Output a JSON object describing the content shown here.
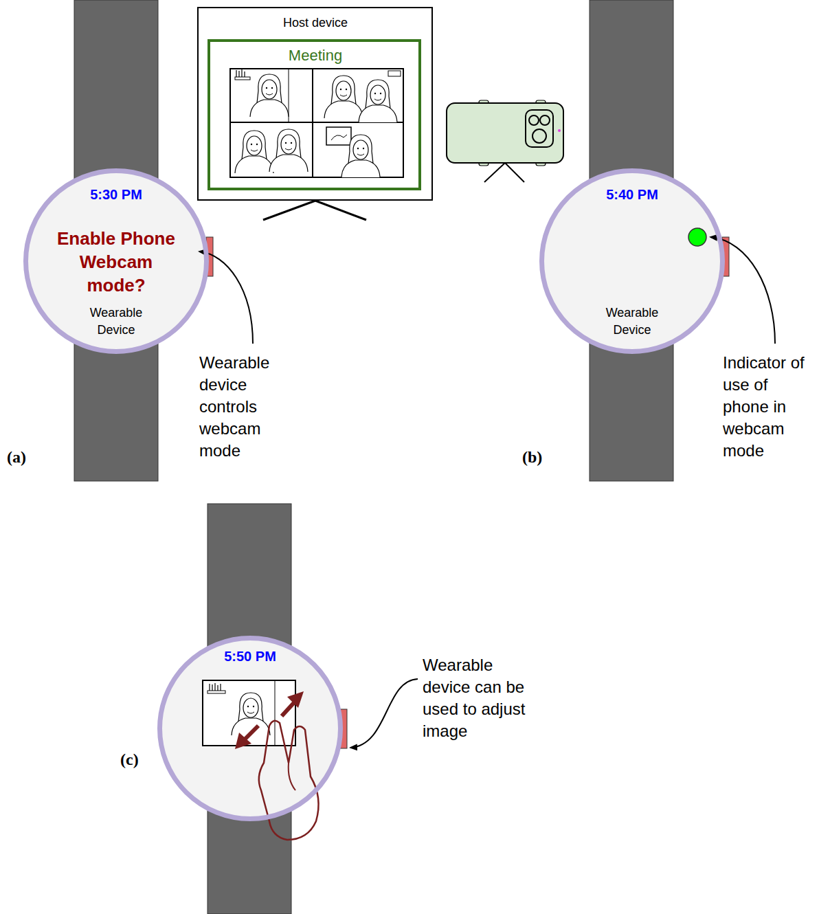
{
  "diagram": {
    "nodes": [
      {
        "text": [
          "Host device"
        ]
      },
      {
        "text": [
          "Meeting"
        ],
        "in": 0
      },
      {
        "text": [
          "5:30 PM",
          "Enable Phone Webcam mode?",
          "Wearable Device"
        ]
      },
      {
        "text": [
          "5:40 PM",
          "Wearable Device"
        ]
      },
      {
        "text": [
          "5:50 PM"
        ]
      }
    ],
    "labels": [
      "Wearable device controls webcam mode",
      "(a)",
      "Indicator of use of phone in webcam mode",
      "(b)",
      "Wearable device can be used to adjust image",
      "(c)"
    ]
  }
}
